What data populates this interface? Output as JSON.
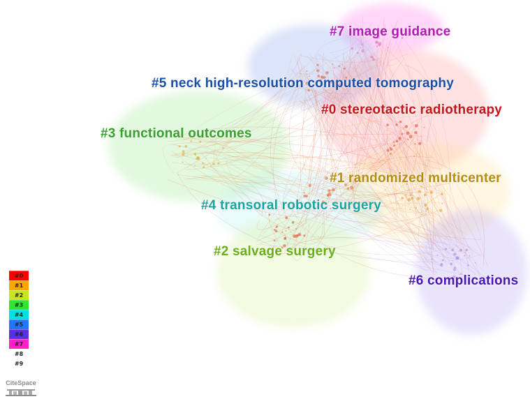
{
  "clusters": [
    {
      "id": "c0",
      "label": "#0 stereotactic radiotherapy",
      "color": "#c4151b"
    },
    {
      "id": "c1",
      "label": "#1 randomized multicenter",
      "color": "#b68d0f"
    },
    {
      "id": "c2",
      "label": "#2 salvage surgery",
      "color": "#6aae19"
    },
    {
      "id": "c3",
      "label": "#3 functional outcomes",
      "color": "#36a22a"
    },
    {
      "id": "c4",
      "label": "#4 transoral robotic surgery",
      "color": "#1aa3a0"
    },
    {
      "id": "c5",
      "label": "#5 neck high-resolution computed tomography",
      "color": "#1a4fa8"
    },
    {
      "id": "c6",
      "label": "#6 complications",
      "color": "#4a16b3"
    },
    {
      "id": "c7",
      "label": "#7 image guidance",
      "color": "#b11ab3"
    }
  ],
  "legend": {
    "items": [
      {
        "label": "#0",
        "color": "#ff0000"
      },
      {
        "label": "#1",
        "color": "#ffa500"
      },
      {
        "label": "#2",
        "color": "#c8e61e"
      },
      {
        "label": "#3",
        "color": "#2ee62e"
      },
      {
        "label": "#4",
        "color": "#00e0e0"
      },
      {
        "label": "#5",
        "color": "#1e78ff"
      },
      {
        "label": "#6",
        "color": "#5a2ee6"
      },
      {
        "label": "#7",
        "color": "#ff1ec8"
      },
      {
        "label": "#8",
        "color": "#ffffff"
      },
      {
        "label": "#9",
        "color": "#ffffff"
      }
    ]
  },
  "logo": {
    "text": "CiteSpace"
  }
}
